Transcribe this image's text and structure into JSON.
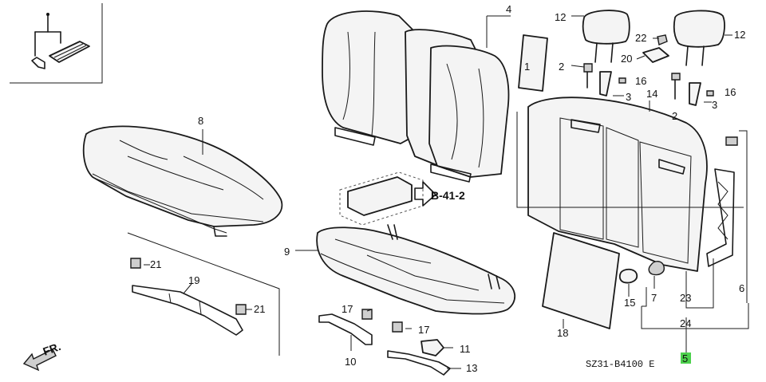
{
  "diagram": {
    "callouts": {
      "c1": "1",
      "c2a": "2",
      "c2b": "2",
      "c3a": "3",
      "c3b": "3",
      "c4": "4",
      "c5": "5",
      "c6": "6",
      "c7": "7",
      "c8": "8",
      "c9": "9",
      "c10": "10",
      "c11": "11",
      "c12a": "12",
      "c12b": "12",
      "c13": "13",
      "c14": "14",
      "c15": "15",
      "c16a": "16",
      "c16b": "16",
      "c17a": "17",
      "c17b": "17",
      "c18": "18",
      "c19": "19",
      "c20": "20",
      "c21a": "21",
      "c21b": "21",
      "c22": "22",
      "c23": "23",
      "c24": "24"
    },
    "reference": "B-41-2",
    "direction": "FR.",
    "drawing_code": "SZ31-B4100 E",
    "highlight_color": "#4cd14c"
  }
}
